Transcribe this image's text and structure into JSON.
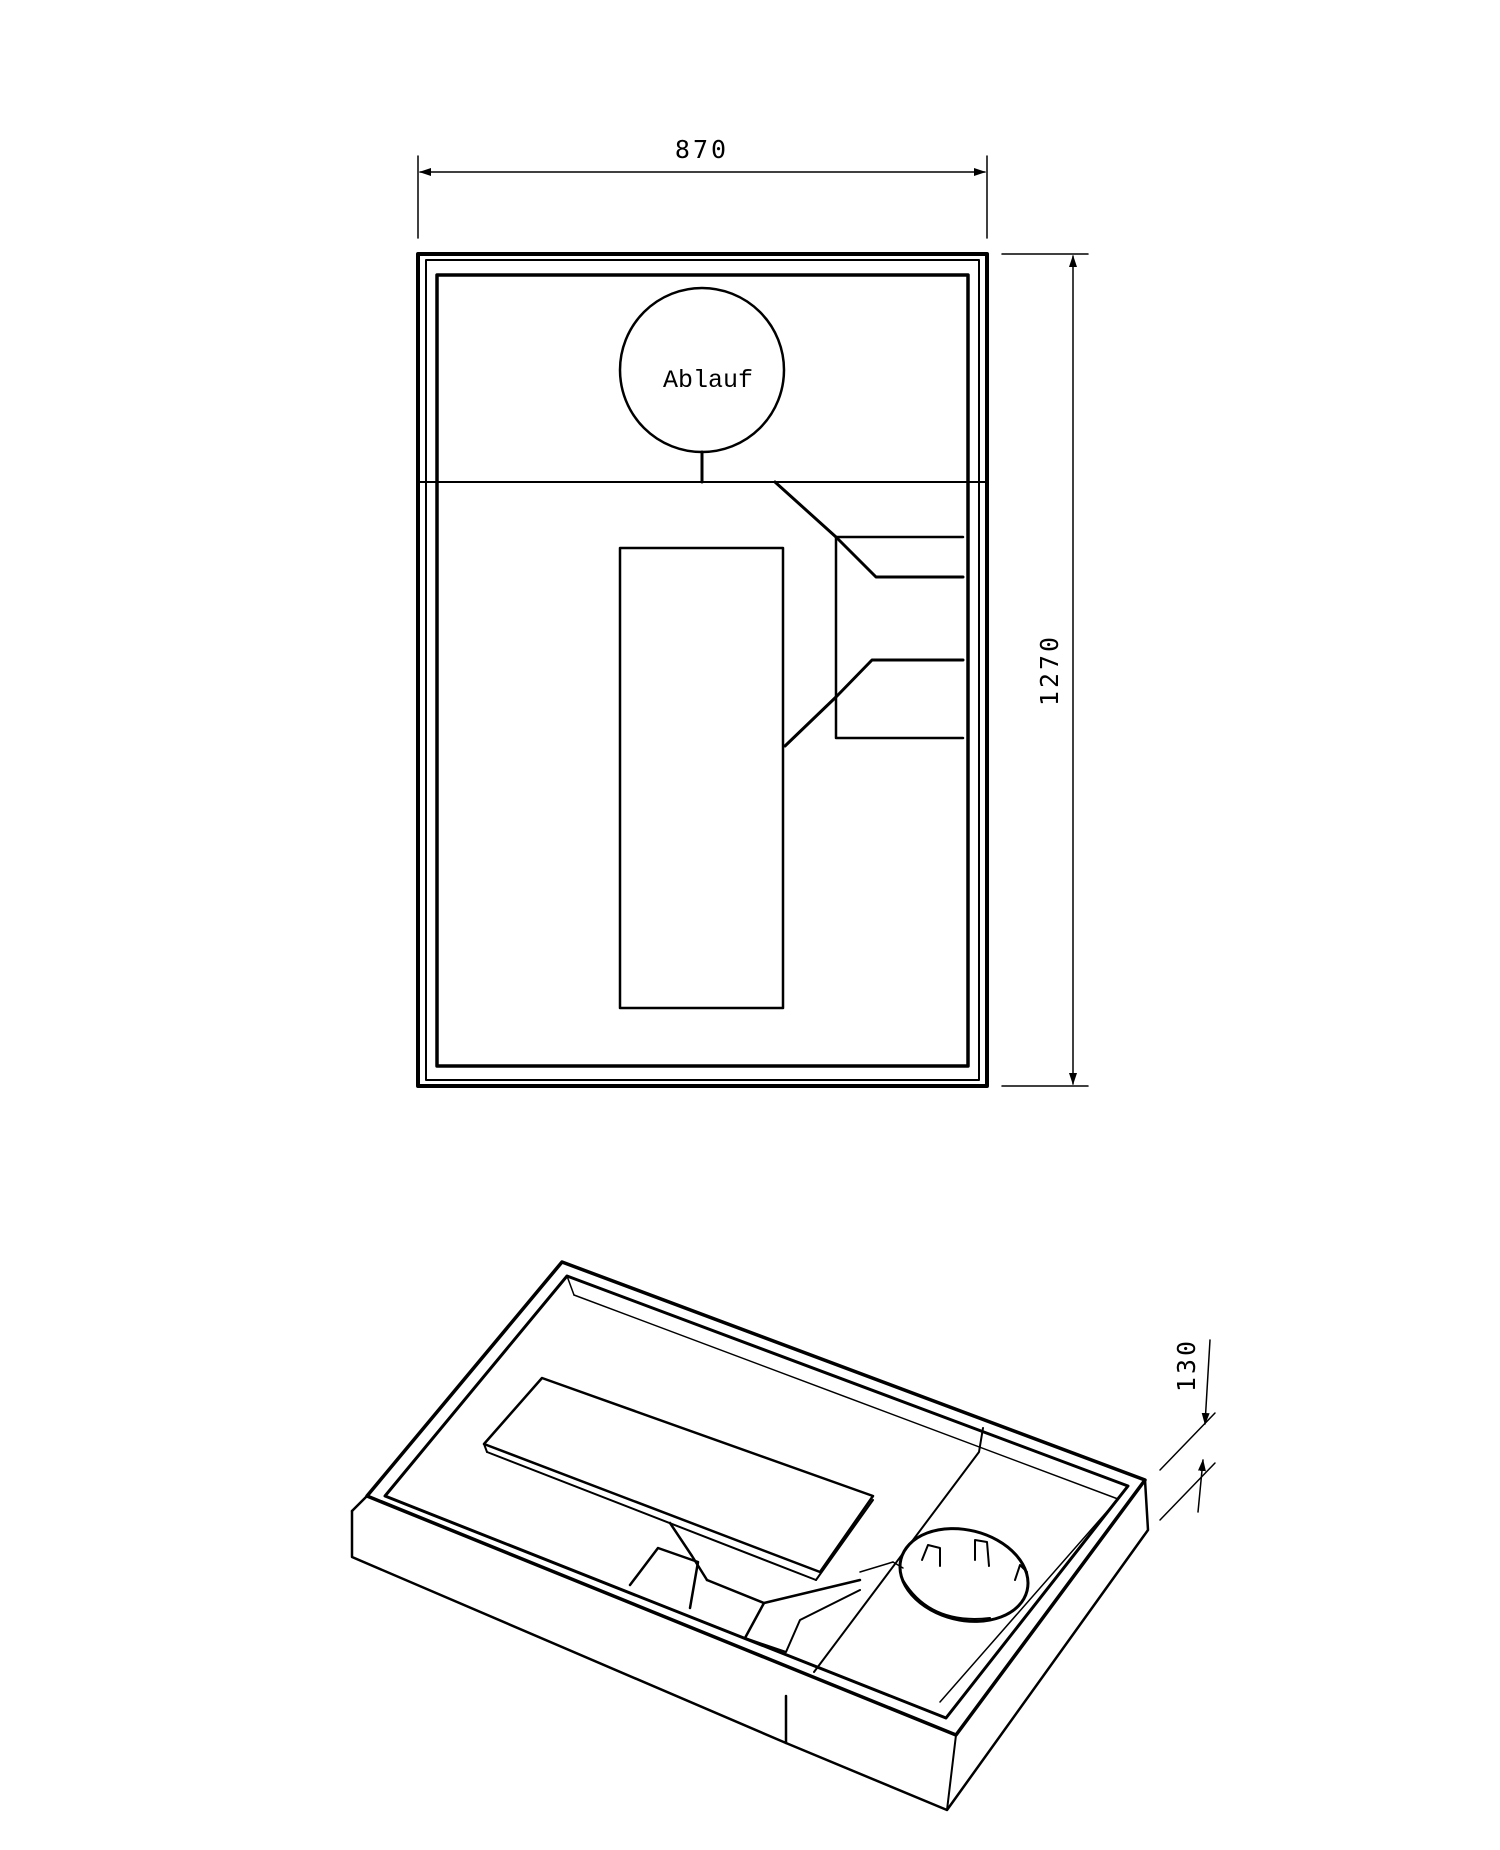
{
  "dimensions": {
    "width": "870",
    "length": "1270",
    "height": "130"
  },
  "labels": {
    "drain": "Ablauf"
  }
}
